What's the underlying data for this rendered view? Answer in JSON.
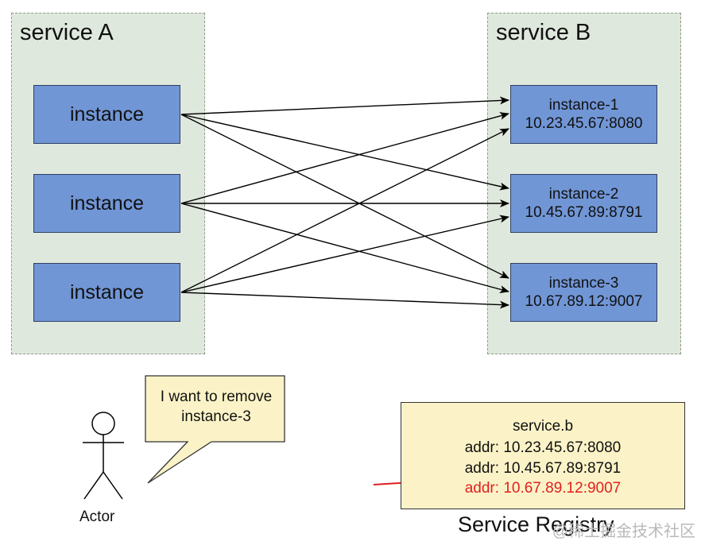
{
  "service_a": {
    "title": "service A",
    "instances": [
      "instance",
      "instance",
      "instance"
    ]
  },
  "service_b": {
    "title": "service B",
    "instances": [
      {
        "name": "instance-1",
        "addr": "10.23.45.67:8080"
      },
      {
        "name": "instance-2",
        "addr": "10.45.67.89:8791"
      },
      {
        "name": "instance-3",
        "addr": "10.67.89.12:9007"
      }
    ]
  },
  "actor": {
    "label": "Actor",
    "speech": [
      "I want to remove",
      "instance-3"
    ]
  },
  "registry": {
    "title": "Service Registry",
    "service": "service.b",
    "entries": [
      "addr: 10.23.45.67:8080",
      "addr: 10.45.67.89:8791",
      "addr: 10.67.89.12:9007"
    ],
    "removed_entry_index": 2
  },
  "watermark": "@稀土掘金技术社区",
  "colors": {
    "group_fill": "#dfe8dc",
    "instance_fill": "#7196d6",
    "note_fill": "#fbf3c7",
    "strike": "#e02020"
  }
}
